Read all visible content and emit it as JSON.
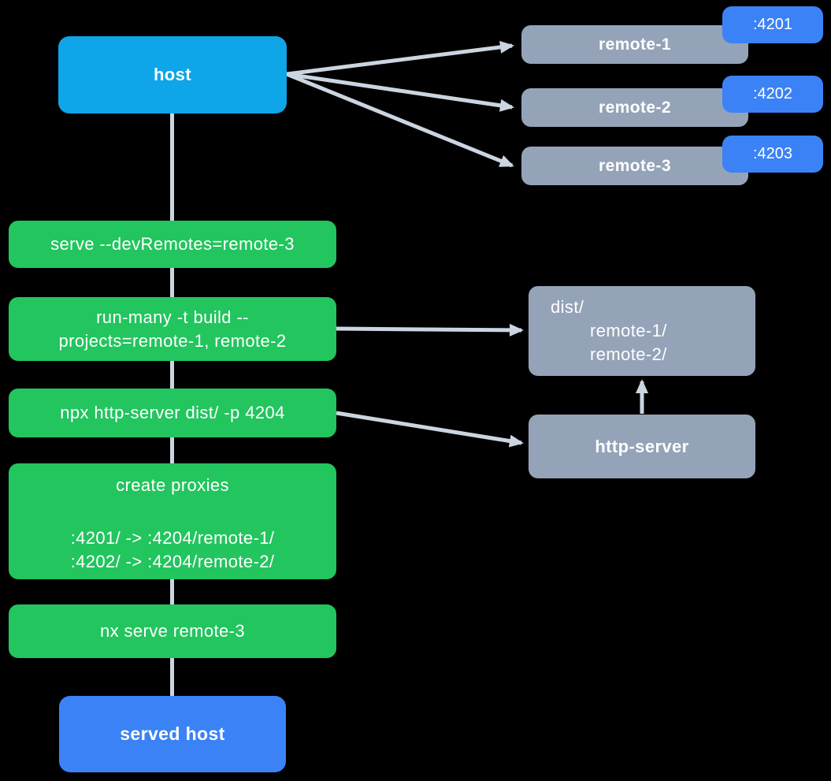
{
  "diagram": {
    "host": {
      "label": "host"
    },
    "remotes": [
      {
        "label": "remote-1",
        "port": ":4201"
      },
      {
        "label": "remote-2",
        "port": ":4202"
      },
      {
        "label": "remote-3",
        "port": ":4203"
      }
    ],
    "steps": [
      {
        "lines": [
          "serve --devRemotes=remote-3"
        ]
      },
      {
        "lines": [
          "run-many -t build --",
          "projects=remote-1, remote-2"
        ]
      },
      {
        "lines": [
          "npx http-server dist/ -p 4204"
        ]
      },
      {
        "lines": [
          "create proxies",
          "",
          ":4201/ -> :4204/remote-1/",
          ":4202/ -> :4204/remote-2/"
        ]
      },
      {
        "lines": [
          "nx serve remote-3"
        ]
      }
    ],
    "dist": {
      "lines": [
        "dist/",
        "remote-1/",
        "remote-2/"
      ]
    },
    "http_server": {
      "label": "http-server"
    },
    "served_host": {
      "label": "served host"
    }
  },
  "colors": {
    "background": "#000000",
    "host": "#0ea5e9",
    "remote": "#94a3b8",
    "port": "#3b82f6",
    "step": "#22c55e",
    "served": "#3b82f6",
    "edge": "#cbd5e1",
    "text": "#ffffff"
  }
}
